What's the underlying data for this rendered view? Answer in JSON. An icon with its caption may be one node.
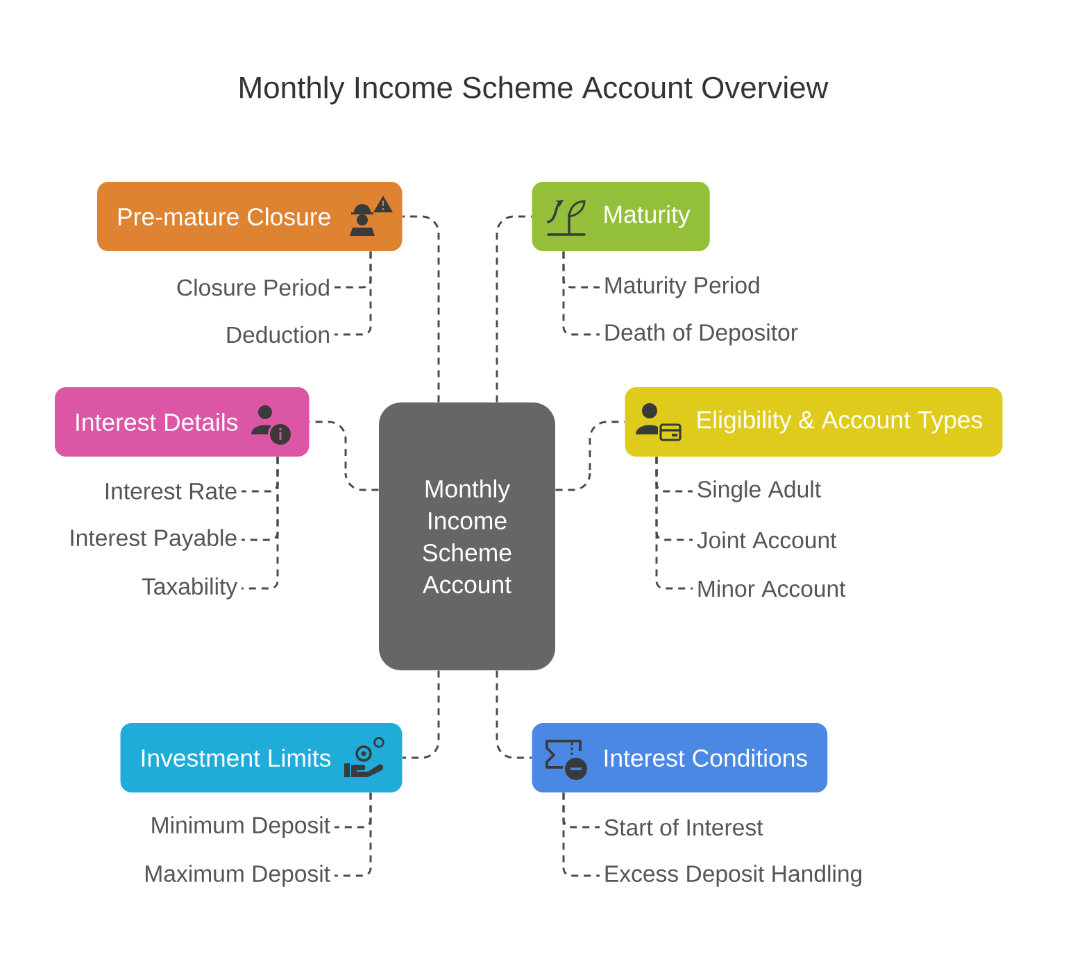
{
  "diagram": {
    "title": "Monthly Income Scheme Account Overview",
    "nodes": [
      {
        "text": [
          "Monthly Income Scheme Account"
        ]
      },
      {
        "text": [
          "Pre-mature Closure"
        ]
      },
      {
        "text": [
          "Closure Period"
        ]
      },
      {
        "text": [
          "Deduction"
        ]
      },
      {
        "text": [
          "Maturity"
        ]
      },
      {
        "text": [
          "Maturity Period"
        ]
      },
      {
        "text": [
          "Death of Depositor"
        ]
      },
      {
        "text": [
          "Interest Details"
        ]
      },
      {
        "text": [
          "Interest Rate"
        ]
      },
      {
        "text": [
          "Interest Payable"
        ]
      },
      {
        "text": [
          "Taxability"
        ]
      },
      {
        "text": [
          "Eligibility & Account Types"
        ]
      },
      {
        "text": [
          "Single Adult"
        ]
      },
      {
        "text": [
          "Joint Account"
        ]
      },
      {
        "text": [
          "Minor Account"
        ]
      },
      {
        "text": [
          "Investment Limits"
        ]
      },
      {
        "text": [
          "Minimum Deposit"
        ]
      },
      {
        "text": [
          "Maximum Deposit"
        ]
      },
      {
        "text": [
          "Interest Conditions"
        ]
      },
      {
        "text": [
          "Start of Interest"
        ]
      },
      {
        "text": [
          "Excess Deposit Handling"
        ]
      }
    ],
    "edges": [
      {
        "from": 0,
        "to": 1,
        "arrow": "none",
        "style": "dashed"
      },
      {
        "from": 1,
        "to": 2,
        "arrow": "none",
        "style": "dashed"
      },
      {
        "from": 1,
        "to": 3,
        "arrow": "none",
        "style": "dashed"
      },
      {
        "from": 0,
        "to": 4,
        "arrow": "none",
        "style": "dashed"
      },
      {
        "from": 4,
        "to": 5,
        "arrow": "none",
        "style": "dashed"
      },
      {
        "from": 4,
        "to": 6,
        "arrow": "none",
        "style": "dashed"
      },
      {
        "from": 0,
        "to": 7,
        "arrow": "none",
        "style": "dashed"
      },
      {
        "from": 7,
        "to": 8,
        "arrow": "none",
        "style": "dashed"
      },
      {
        "from": 7,
        "to": 9,
        "arrow": "none",
        "style": "dashed"
      },
      {
        "from": 7,
        "to": 10,
        "arrow": "none",
        "style": "dashed"
      },
      {
        "from": 0,
        "to": 11,
        "arrow": "none",
        "style": "dashed"
      },
      {
        "from": 11,
        "to": 12,
        "arrow": "none",
        "style": "dashed"
      },
      {
        "from": 11,
        "to": 13,
        "arrow": "none",
        "style": "dashed"
      },
      {
        "from": 11,
        "to": 14,
        "arrow": "none",
        "style": "dashed"
      },
      {
        "from": 0,
        "to": 15,
        "arrow": "none",
        "style": "dashed"
      },
      {
        "from": 15,
        "to": 16,
        "arrow": "none",
        "style": "dashed"
      },
      {
        "from": 15,
        "to": 17,
        "arrow": "none",
        "style": "dashed"
      },
      {
        "from": 0,
        "to": 18,
        "arrow": "none",
        "style": "dashed"
      },
      {
        "from": 18,
        "to": 19,
        "arrow": "none",
        "style": "dashed"
      },
      {
        "from": 18,
        "to": 20,
        "arrow": "none",
        "style": "dashed"
      }
    ]
  }
}
